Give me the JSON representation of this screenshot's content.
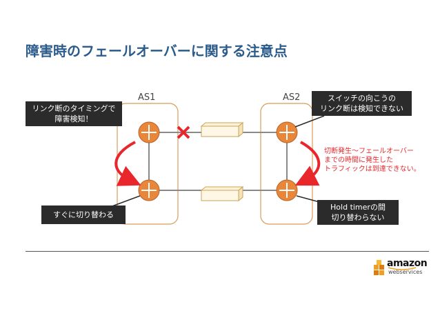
{
  "title": "障害時のフェールオーバーに関する注意点",
  "as_labels": {
    "as1": "AS1",
    "as2": "AS2"
  },
  "callouts": {
    "top_left": [
      "リンク断のタイミングで",
      "障害検知！"
    ],
    "top_right": [
      "スイッチの向こうの",
      "リンク断は検知できない"
    ],
    "bottom_left": [
      "すぐに切り替わる"
    ],
    "bottom_right": [
      "Hold timerの間",
      "切り替わらない"
    ]
  },
  "note": [
    "切断発生～フェールオーバー",
    "までの時間に発生した",
    "トラフィックは到達できない。"
  ],
  "logo": {
    "word": "amazon",
    "sub": "webservices"
  },
  "colors": {
    "title": "#2b5b8a",
    "router": "#e8873a",
    "red": "#e8262c",
    "border": "#d99b5a",
    "callout_bg": "#2b2b2b"
  }
}
